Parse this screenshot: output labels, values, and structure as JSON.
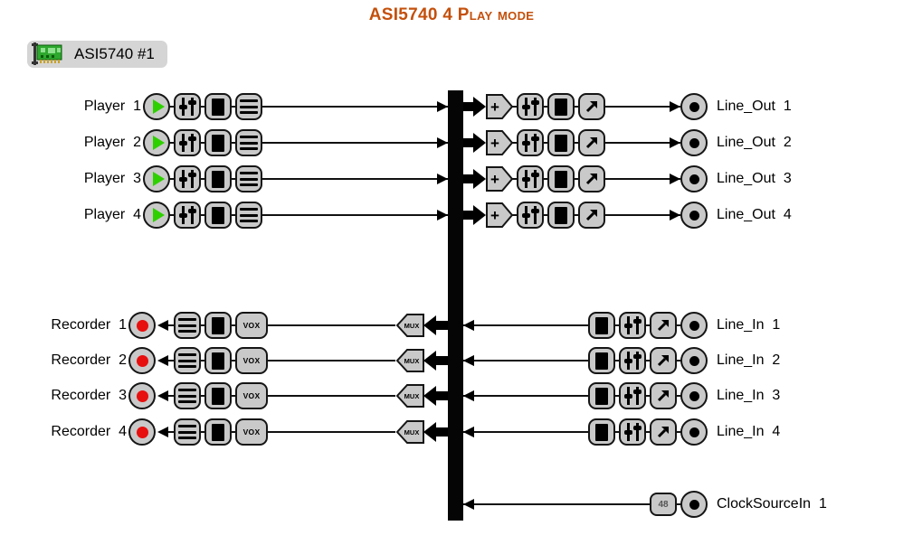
{
  "title": "ASI5740 4 Play mode",
  "card": {
    "label": "ASI5740 #1"
  },
  "players": [
    {
      "label": "Player  1"
    },
    {
      "label": "Player  2"
    },
    {
      "label": "Player  3"
    },
    {
      "label": "Player  4"
    }
  ],
  "line_outs": [
    {
      "label": "Line_Out  1"
    },
    {
      "label": "Line_Out  2"
    },
    {
      "label": "Line_Out  3"
    },
    {
      "label": "Line_Out  4"
    }
  ],
  "recorders": [
    {
      "label": "Recorder  1"
    },
    {
      "label": "Recorder  2"
    },
    {
      "label": "Recorder  3"
    },
    {
      "label": "Recorder  4"
    }
  ],
  "line_ins": [
    {
      "label": "Line_In  1"
    },
    {
      "label": "Line_In  2"
    },
    {
      "label": "Line_In  3"
    },
    {
      "label": "Line_In  4"
    }
  ],
  "clock": {
    "label": "ClockSourceIn  1",
    "badge": "48"
  },
  "icon_text": {
    "sum": "+",
    "mux": "MUX",
    "vox": "VOX"
  },
  "icons": {
    "play_icon": "circle with green play triangle",
    "record_icon": "circle with red dot",
    "volume_icon": "dual vertical sliders",
    "meter_icon": "black level bar",
    "channel_mode_icon": "three horizontal lines",
    "level_icon": "diagonal up-right arrow",
    "sum_node_icon": "right pentagon with plus",
    "mux_icon": "left pentagon labeled MUX",
    "line_connector_icon": "circle with center dot",
    "clock_rate_badge": "rounded square labeled 48",
    "pci_card_icon": "green PCI adapter card"
  },
  "colors": {
    "title_orange": "#C4500B",
    "play_green": "#2FD000",
    "record_red": "#E80F0F",
    "icon_gray": "#C9C9C9",
    "card_label_bg": "#D5D5D5",
    "card_green": "#2EA82E",
    "line_black": "#111111"
  }
}
